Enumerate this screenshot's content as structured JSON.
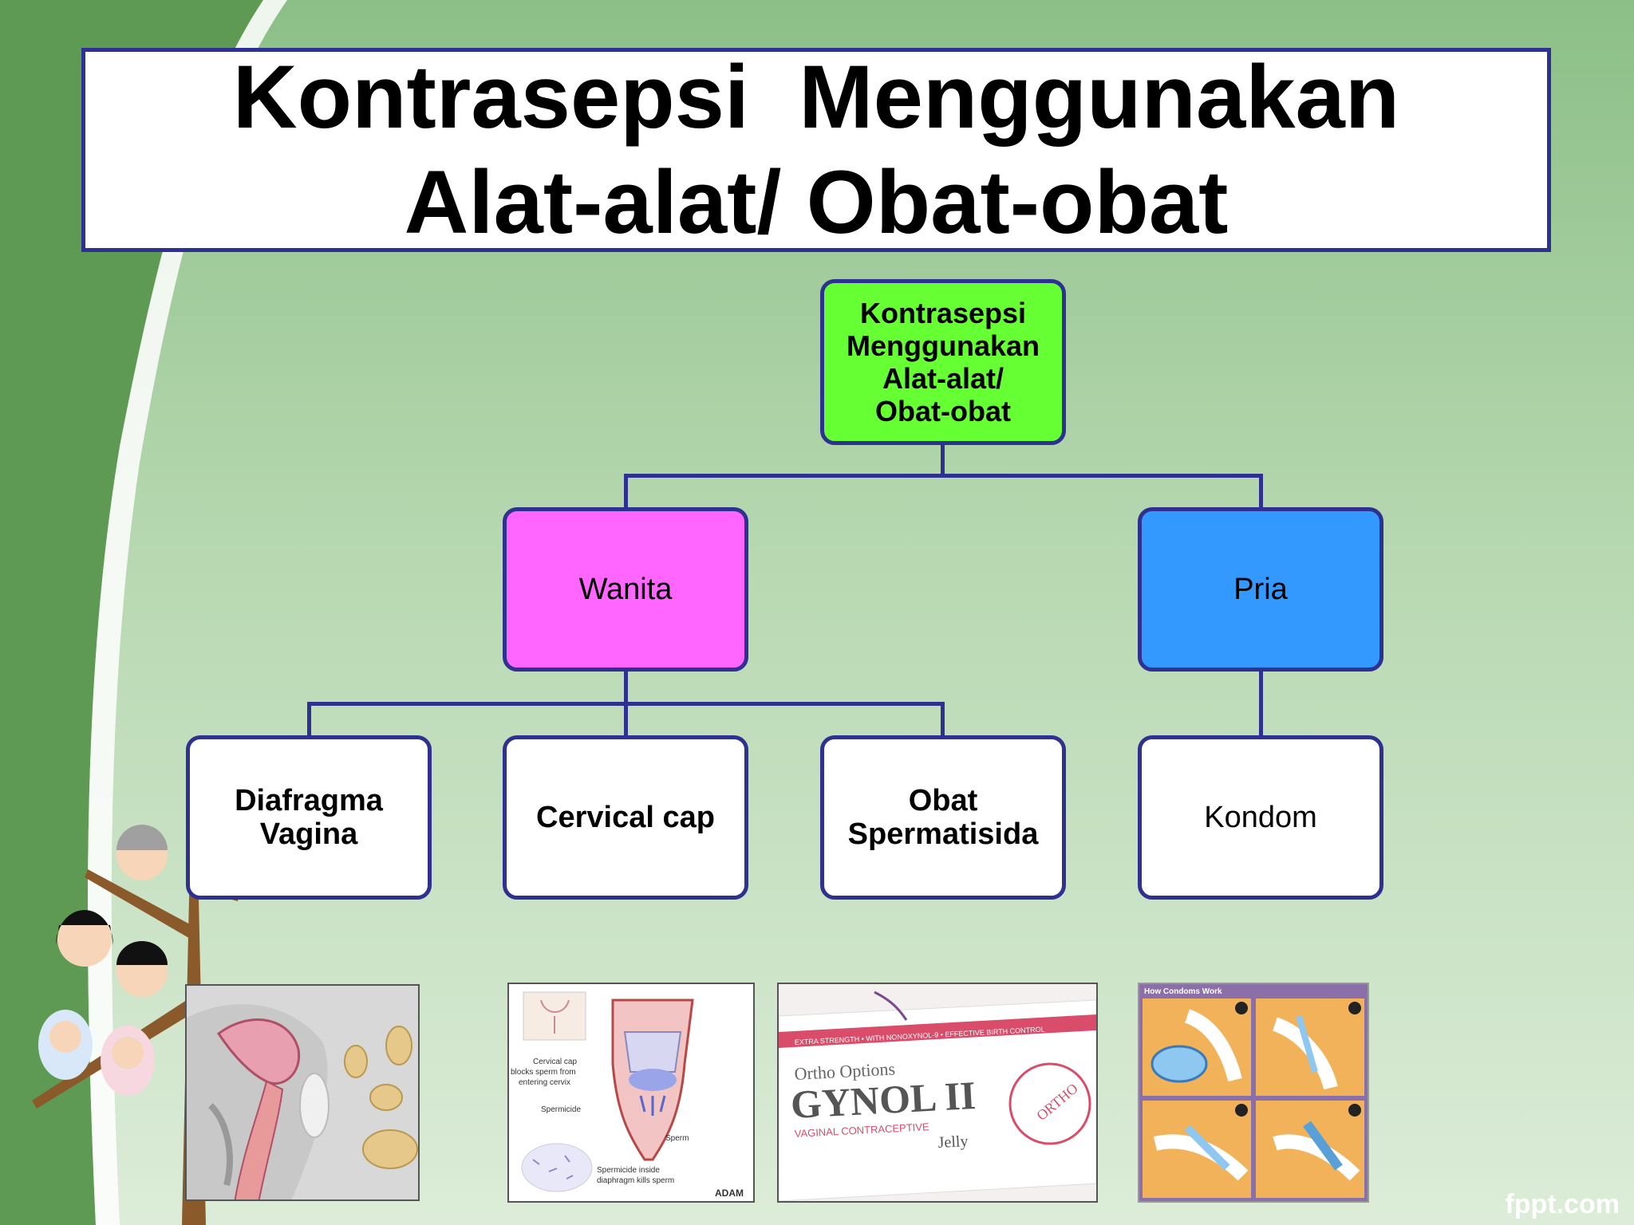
{
  "title": {
    "line1": "Kontrasepsi  Menggunakan",
    "line2": "Alat-alat/ Obat-obat"
  },
  "root": {
    "l1": "Kontrasepsi",
    "l2": "Menggunakan",
    "l3": "Alat-alat/",
    "l4": "Obat-obat"
  },
  "wanita": "Wanita",
  "pria": "Pria",
  "leaves": {
    "diafragma_l1": "Diafragma",
    "diafragma_l2": "Vagina",
    "cervical": "Cervical cap",
    "obat_l1": "Obat",
    "obat_l2": "Spermatisida",
    "kondom": "Kondom"
  },
  "photo_cervical": {
    "label1": "Cervical cap",
    "label2": "blocks sperm from",
    "label3": "entering cervix",
    "label4": "Spermicide",
    "label5": "Sperm",
    "label6": "Spermicide inside",
    "label7": "diaphragm kills sperm",
    "brand": "ADAM"
  },
  "photo_gynol": {
    "top": "EXTRA STRENGTH • WITH NONOXYNOL-9 • EFFECTIVE BIRTH CONTROL",
    "brand": "Ortho Options",
    "name": "GYNOL II",
    "sub": "VAGINAL CONTRACEPTIVE",
    "jelly": "Jelly",
    "seal": "ORTHO"
  },
  "photo_condom": {
    "header": "How Condoms Work"
  },
  "watermark": "fppt.com",
  "colors": {
    "root": "#66ff33",
    "wanita": "#ff66ff",
    "pria": "#3399ff",
    "border": "#2e3190"
  }
}
